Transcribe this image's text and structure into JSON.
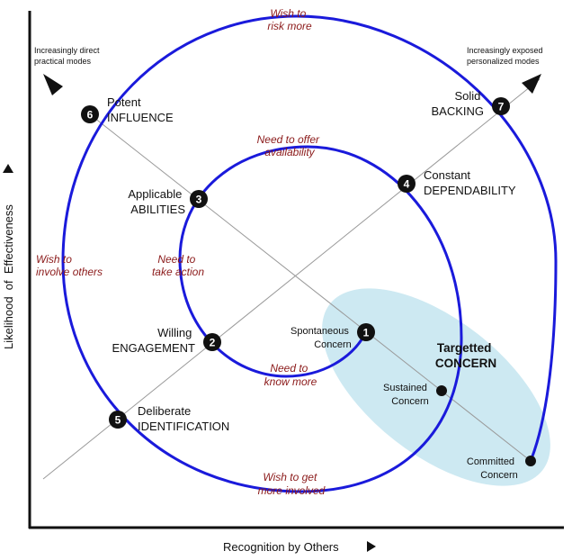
{
  "axes": {
    "x_label": "Recognition by Others",
    "y_label": "Likelihood  of  Effectiveness"
  },
  "corners": {
    "top_left": [
      "Increasingly direct",
      "practical modes"
    ],
    "top_right": [
      "Increasingly exposed",
      "personalized modes"
    ]
  },
  "needs": {
    "risk": [
      "Wish to",
      "risk more"
    ],
    "offer": [
      "Need to offer",
      "availability"
    ],
    "involve_others": [
      "Wish to",
      "involve others"
    ],
    "take_action": [
      "Need to",
      "take action"
    ],
    "know_more": [
      "Need to",
      "know more"
    ],
    "get_involved": [
      "Wish to get",
      "more involved"
    ]
  },
  "nodes": [
    {
      "number": "1",
      "lines": [
        "Spontaneous",
        "Concern"
      ]
    },
    {
      "number": "2",
      "lines": [
        "Willing",
        "ENGAGEMENT"
      ]
    },
    {
      "number": "3",
      "lines": [
        "Applicable",
        "ABILITIES"
      ]
    },
    {
      "number": "4",
      "lines": [
        "Constant",
        "DEPENDABILITY"
      ]
    },
    {
      "number": "5",
      "lines": [
        "Deliberate",
        "IDENTIFICATION"
      ]
    },
    {
      "number": "6",
      "lines": [
        "Potent",
        "INFLUENCE"
      ]
    },
    {
      "number": "7",
      "lines": [
        "Solid",
        "BACKING"
      ]
    }
  ],
  "concern_zone": {
    "title": [
      "Targetted",
      "CONCERN"
    ],
    "sustained": [
      "Sustained",
      "Concern"
    ],
    "committed": [
      "Committed",
      "Concern"
    ]
  },
  "colors": {
    "spiral": "#1a1adb",
    "zone": "#cde9f2",
    "needs_text": "#8b1a1a",
    "axis": "#111111"
  }
}
